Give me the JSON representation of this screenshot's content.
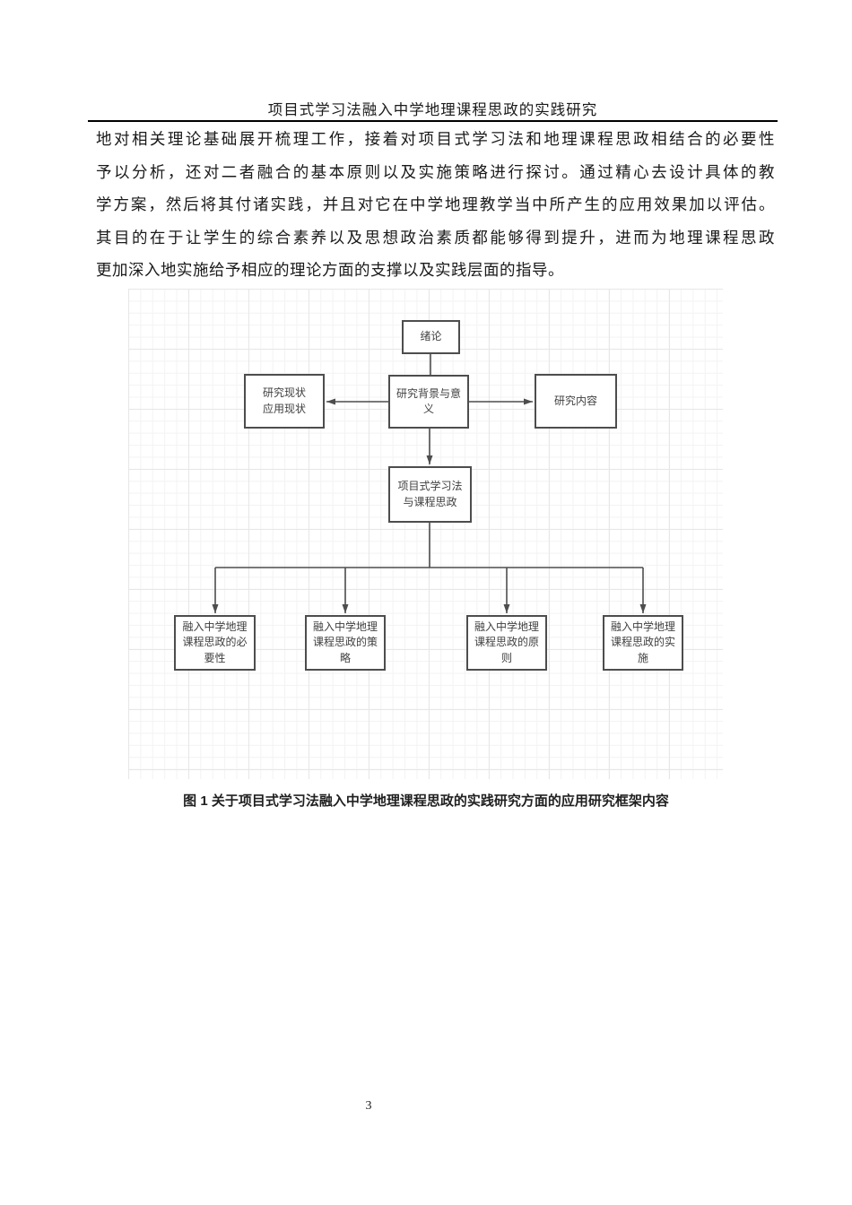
{
  "header": {
    "title": "项目式学习法融入中学地理课程思政的实践研究"
  },
  "body": {
    "lines": [
      "地对相关理论基础展开梳理工作，接着对项目式学习法和地理课程思政相结合的必要性",
      "予以分析，还对二者融合的基本原则以及实施策略进行探讨。通过精心去设计具体的教",
      "学方案，然后将其付诸实践，并且对它在中学地理教学当中所产生的应用效果加以评估。",
      "其目的在于让学生的综合素养以及思想政治素质都能够得到提升，进而为地理课程思政",
      "更加深入地实施给予相应的理论方面的支撑以及实践层面的指导。"
    ]
  },
  "figure": {
    "caption": "图 1  关于项目式学习法融入中学地理课程思政的实践研究方面的应用研究框架内容",
    "nodes": {
      "intro": "绪论",
      "status": "研究现状\n应用现状",
      "background": "研究背景与意\n义",
      "content": "研究内容",
      "pbl": "项目式学习法\n与课程思政",
      "necessity": "融入中学地理\n课程思政的必\n要性",
      "strategy": "融入中学地理\n课程思政的策\n略",
      "principle": "融入中学地理\n课程思政的原\n则",
      "implementation": "融入中学地理\n课程思政的实\n施"
    }
  },
  "footer": {
    "page_number": "3"
  },
  "colors": {
    "connector": "#4d4d4d",
    "box_border": "#4d4d4d",
    "grid_minor": "#f3f3f3",
    "grid_major": "#e7e7e7",
    "rule": "#000000"
  }
}
